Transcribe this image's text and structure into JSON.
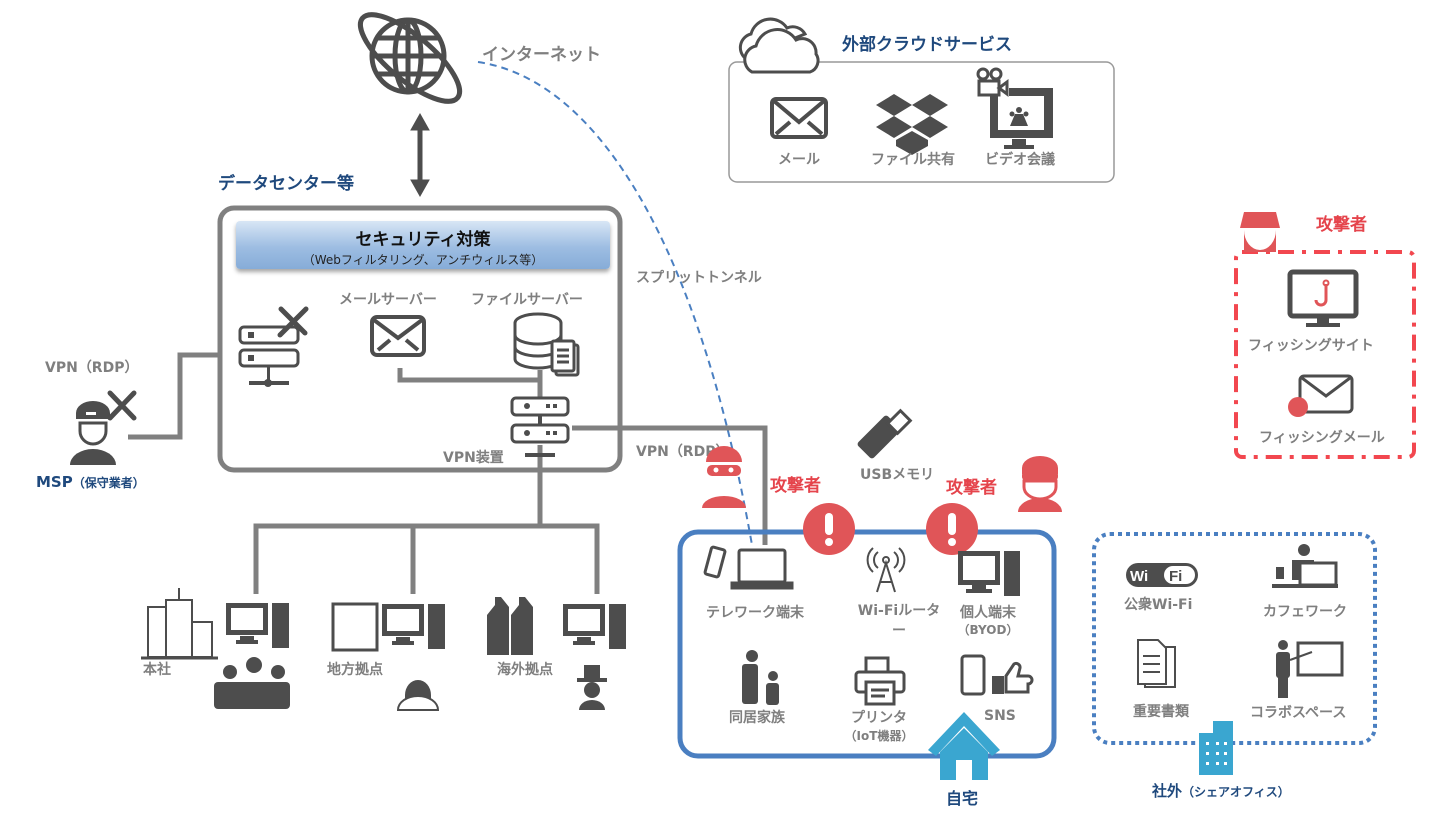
{
  "internet": {
    "label": "インターネット"
  },
  "cloud": {
    "title": "外部クラウドサービス",
    "services": [
      {
        "icon": "mail-icon",
        "label": "メール"
      },
      {
        "icon": "dropbox-icon",
        "label": "ファイル共有"
      },
      {
        "icon": "video-conference-icon",
        "label": "ビデオ会議"
      }
    ]
  },
  "datacenter": {
    "title": "データセンター等",
    "security": {
      "title": "セキュリティ対策",
      "subtitle": "（Webフィルタリング、アンチウィルス等）"
    },
    "mail_server": "メールサーバー",
    "file_server": "ファイルサーバー",
    "vpn_device": "VPN装置"
  },
  "split_tunnel": "スプリットトンネル",
  "msp": {
    "vpn_label": "VPN（RDP）",
    "name": "MSP",
    "sub": "（保守業者）"
  },
  "home_vpn_label": "VPN（RDP）",
  "branches": [
    {
      "label": "本社"
    },
    {
      "label": "地方拠点"
    },
    {
      "label": "海外拠点"
    }
  ],
  "attackers": [
    {
      "label": "攻撃者"
    },
    {
      "label": "攻撃者"
    },
    {
      "label": "攻撃者"
    }
  ],
  "usb": {
    "label": "USBメモリ"
  },
  "home": {
    "title": "自宅",
    "items": [
      {
        "label": "テレワーク端末"
      },
      {
        "label": "Wi-Fiルーター"
      },
      {
        "label": "個人端末",
        "sub": "（BYOD）"
      },
      {
        "label": "同居家族"
      },
      {
        "label": "プリンタ",
        "sub": "（IoT機器）"
      },
      {
        "label": "SNS"
      }
    ]
  },
  "phishing": {
    "site": "フィッシングサイト",
    "mail": "フィッシングメール"
  },
  "outside": {
    "title": "社外",
    "sub": "（シェアオフィス）",
    "items": [
      {
        "label": "公衆Wi-Fi"
      },
      {
        "label": "カフェワーク"
      },
      {
        "label": "重要書類"
      },
      {
        "label": "コラボスペース"
      }
    ],
    "wifi_badge": "WiFi"
  },
  "colors": {
    "gray_icon": "#4d4d4d",
    "gray_line": "#808080",
    "label_gray": "#7f7f7f",
    "title_blue": "#1f497d",
    "home_blue": "#4a7fc1",
    "house_blue": "#3aa6d0",
    "attacker_red": "#e05558",
    "dash_blue": "#4a7fc1"
  }
}
